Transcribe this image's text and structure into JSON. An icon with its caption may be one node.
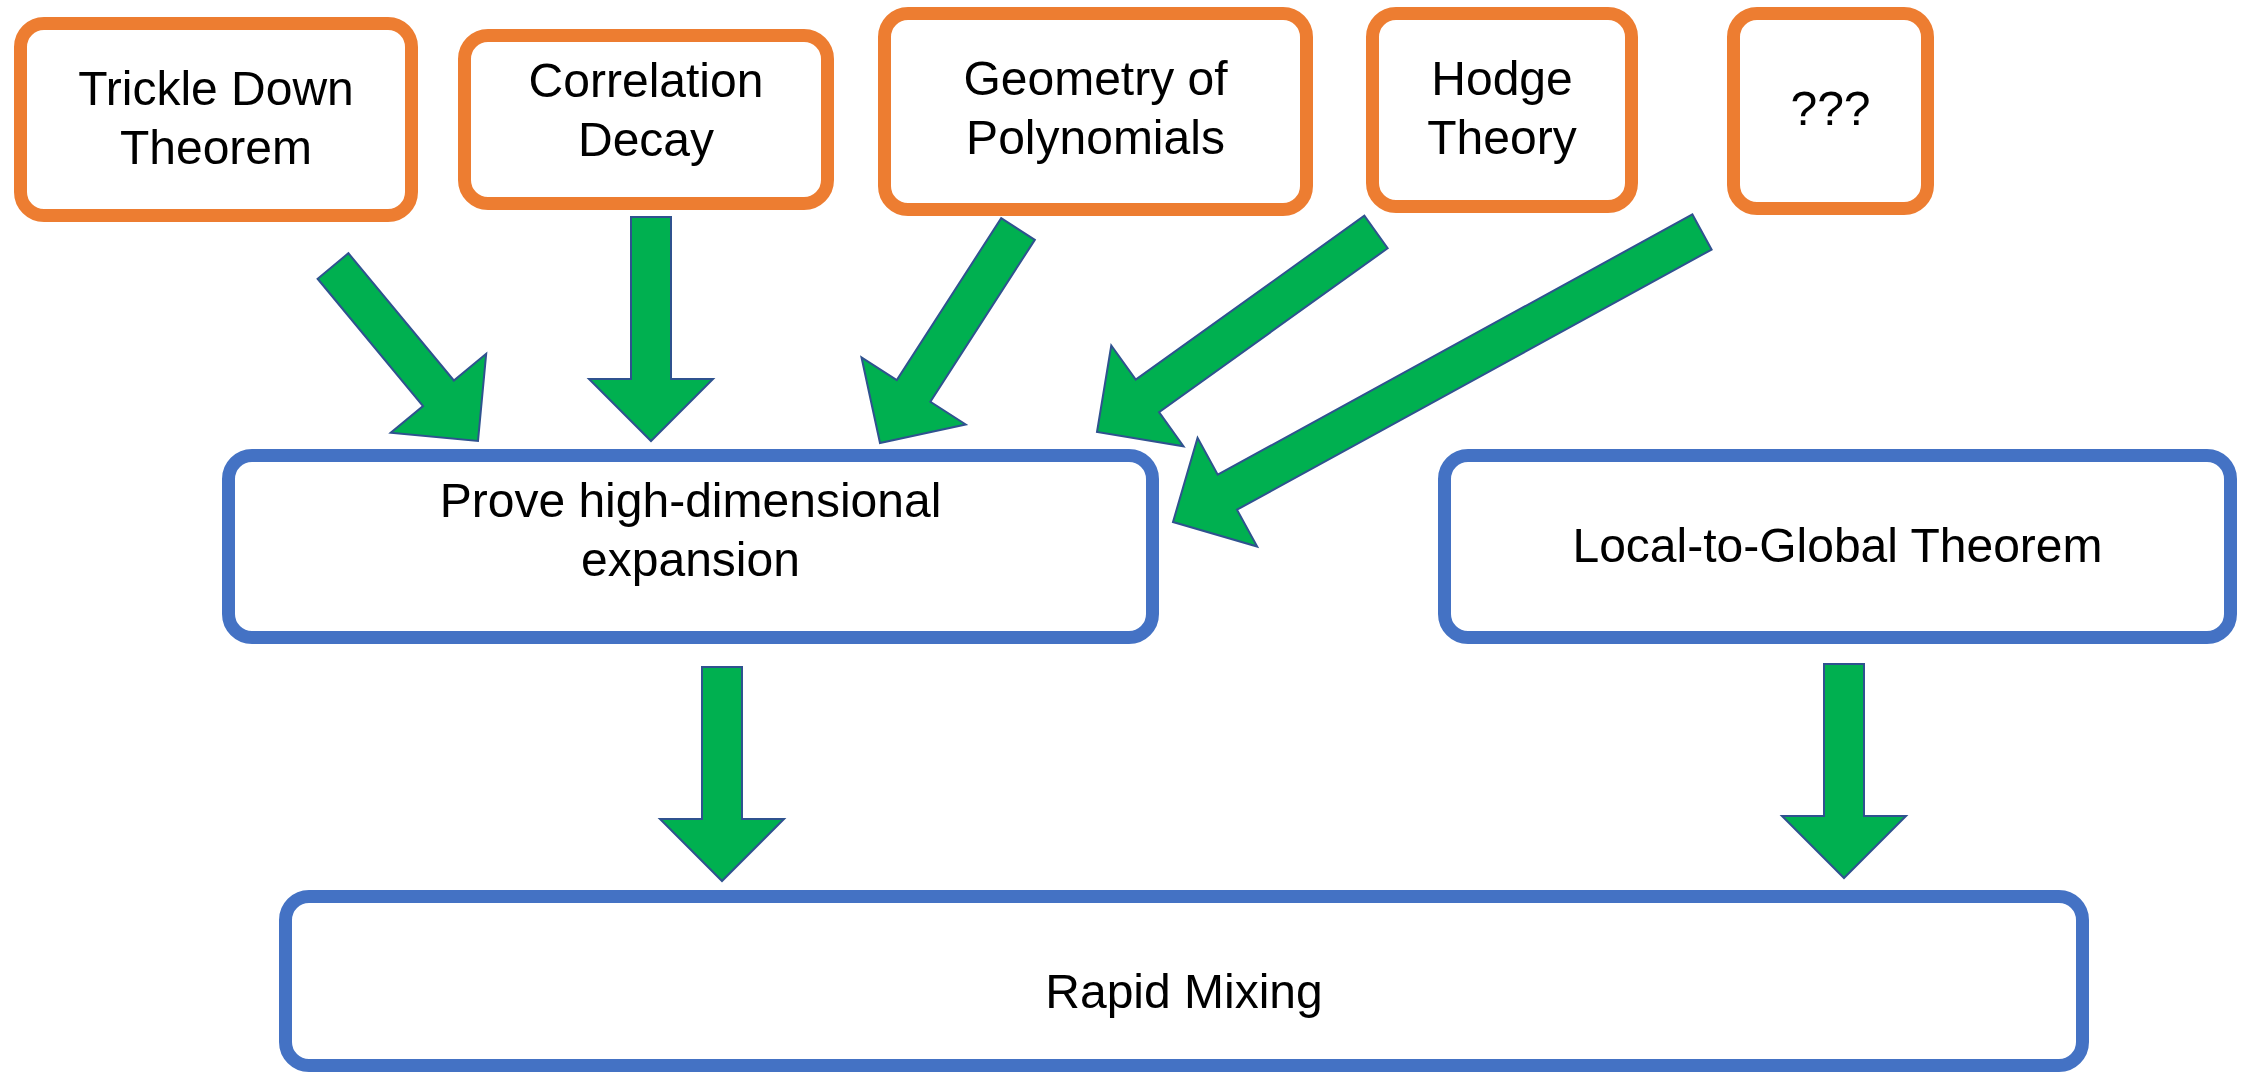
{
  "diagram": {
    "nodes": [
      {
        "text": [
          "Trickle Down Theorem"
        ]
      },
      {
        "text": [
          "Correlation Decay"
        ]
      },
      {
        "text": [
          "Geometry of Polynomials"
        ]
      },
      {
        "text": [
          "Hodge Theory"
        ]
      },
      {
        "text": [
          "???"
        ]
      },
      {
        "text": [
          "Prove high-dimensional expansion"
        ]
      },
      {
        "text": [
          "Local-to-Global Theorem"
        ]
      },
      {
        "text": [
          "Rapid Mixing"
        ]
      }
    ],
    "edges": [
      {
        "from": 0,
        "to": 5,
        "arrow": "to"
      },
      {
        "from": 1,
        "to": 5,
        "arrow": "to"
      },
      {
        "from": 2,
        "to": 5,
        "arrow": "to"
      },
      {
        "from": 3,
        "to": 5,
        "arrow": "to"
      },
      {
        "from": 4,
        "to": 5,
        "arrow": "to"
      },
      {
        "from": 5,
        "to": 7,
        "arrow": "to"
      },
      {
        "from": 6,
        "to": 7,
        "arrow": "to"
      }
    ]
  }
}
